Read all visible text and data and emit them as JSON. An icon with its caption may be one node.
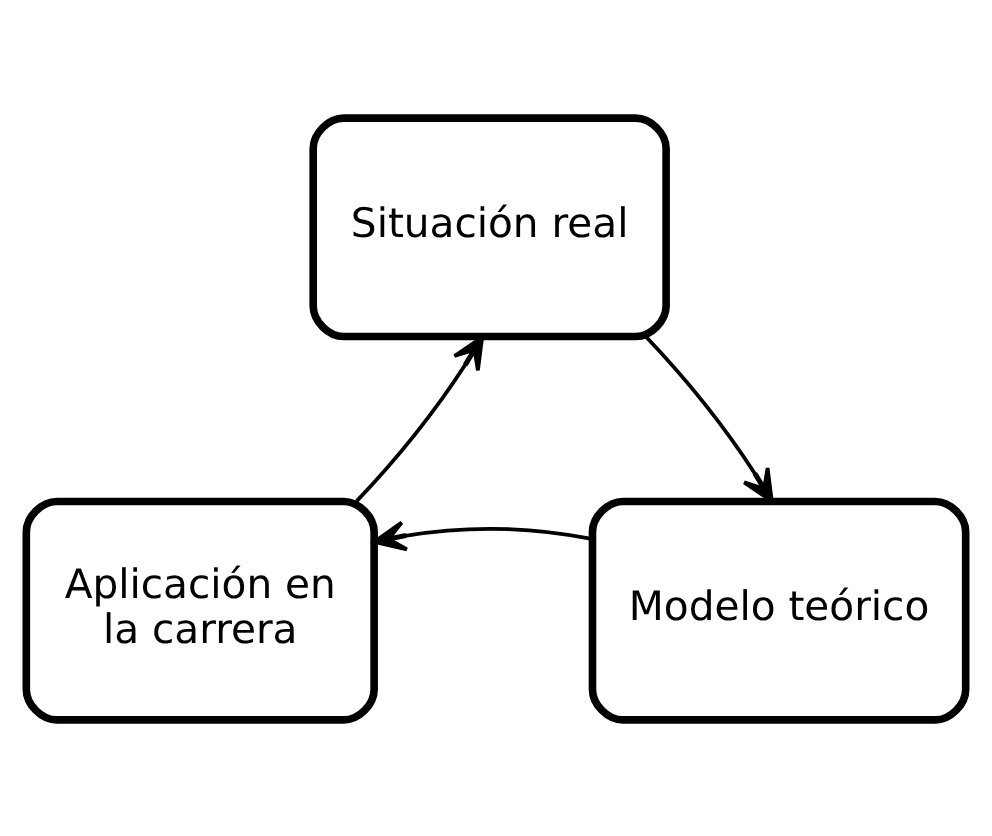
{
  "diagram": {
    "nodes": [
      {
        "text": [
          "Situación real"
        ]
      },
      {
        "text": [
          "Modelo teórico"
        ]
      },
      {
        "text": [
          "Aplicación en la carrera"
        ]
      }
    ],
    "edges": [
      {
        "from": 0,
        "to": 1,
        "arrow": "to"
      },
      {
        "from": 1,
        "to": 2,
        "arrow": "to"
      },
      {
        "from": 2,
        "to": 0,
        "arrow": "to"
      }
    ]
  }
}
